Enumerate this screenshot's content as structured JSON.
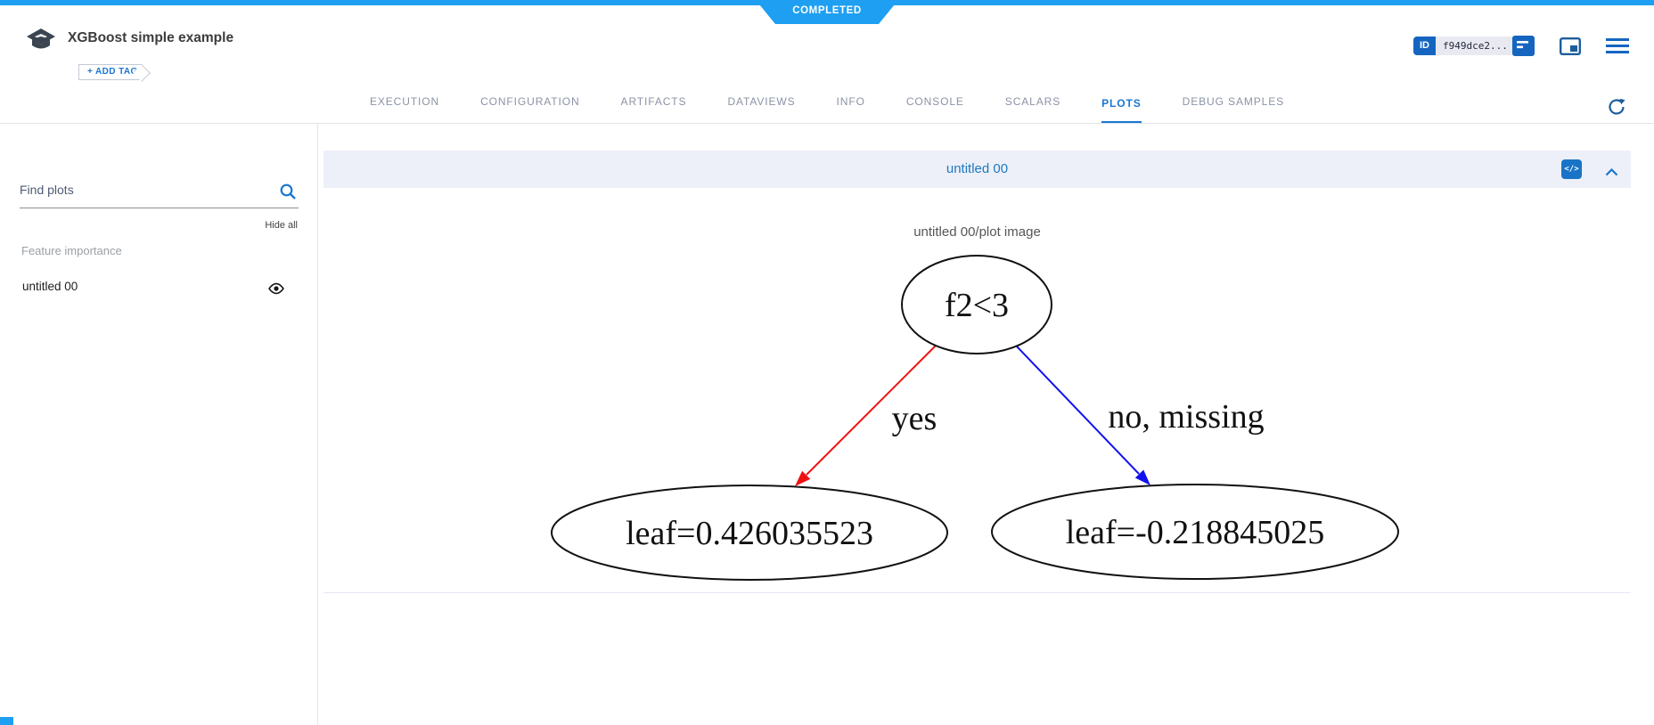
{
  "status": {
    "label": "COMPLETED",
    "color": "#1e9ff2"
  },
  "header": {
    "title": "XGBoost simple example",
    "add_tag": "+ ADD TAG",
    "id_badge": {
      "label": "ID",
      "value": "f949dce2..."
    }
  },
  "tabs": {
    "items": [
      "EXECUTION",
      "CONFIGURATION",
      "ARTIFACTS",
      "DATAVIEWS",
      "INFO",
      "CONSOLE",
      "SCALARS",
      "PLOTS",
      "DEBUG SAMPLES"
    ],
    "active": "PLOTS"
  },
  "sidebar": {
    "search_placeholder": "Find plots",
    "hide_all": "Hide all",
    "section_label": "Feature importance",
    "plots": [
      {
        "label": "untitled 00",
        "visible": true
      }
    ]
  },
  "plot_card": {
    "header_title": "untitled 00",
    "image_title": "untitled 00/plot image",
    "tree": {
      "root_label": "f2<3",
      "edges": [
        {
          "label": "yes",
          "color": "#ee1111"
        },
        {
          "label": "no, missing",
          "color": "#1111ee"
        }
      ],
      "leaves": [
        {
          "label": "leaf=0.426035523"
        },
        {
          "label": "leaf=-0.218845025"
        }
      ]
    }
  },
  "colors": {
    "accent_blue": "#1976d2",
    "status_blue": "#1e9ff2",
    "id_badge_blue": "#1565c0",
    "card_header_bg": "#edf0f8",
    "tab_inactive": "#8a93a5"
  }
}
